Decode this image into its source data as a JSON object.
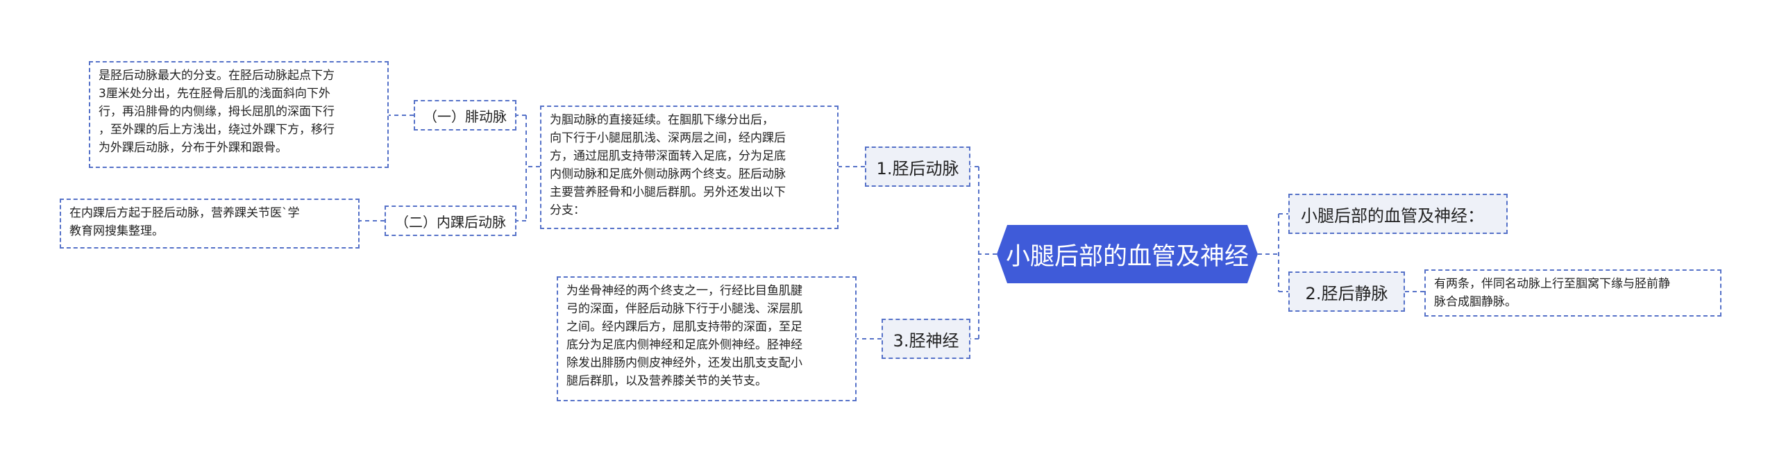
{
  "root": {
    "label": "小腿后部的血管及神经"
  },
  "right": {
    "topic1": {
      "label": "小腿后部的血管及神经："
    },
    "topic2": {
      "label": "2.胫后静脉",
      "note": "有两条，伴同名动脉上行至腘窝下缘与胫前静\n脉合成腘静脉。"
    }
  },
  "left": {
    "artery": {
      "label": "1.胫后动脉",
      "note": " 为腘动脉的直接延续。在腘肌下缘分出后，\n向下行于小腿屈肌浅、深两层之间，经内踝后\n方，通过屈肌支持带深面转入足底，分为足底\n内侧动脉和足底外侧动脉两个终支。胚后动脉\n主要营养胫骨和小腿后群肌。另外还发出以下\n分支：",
      "branches": [
        {
          "label": "（一）腓动脉",
          "note": "是胫后动脉最大的分支。在胫后动脉起点下方\n3厘米处分出，先在胫骨后肌的浅面斜向下外\n行，再沿腓骨的内侧缘，拇长屈肌的深面下行\n，至外踝的后上方浅出，绕过外踝下方，移行\n为外踝后动脉，分布于外踝和跟骨。"
        },
        {
          "label": "（二）内踝后动脉",
          "note": "在内踝后方起于胫后动脉，营养踝关节医`学\n教育网搜集整理。"
        }
      ]
    },
    "nerve": {
      "label": "3.胫神经",
      "note": "为坐骨神经的两个终支之一，行经比目鱼肌腱\n弓的深面，伴胫后动脉下行于小腿浅、深层肌\n之间。经内踝后方，屈肌支持带的深面，至足\n底分为足底内侧神经和足底外侧神经。胫神经\n除发出腓肠内侧皮神经外，还发出肌支支配小\n腿后群肌，以及营养膝关节的关节支。"
    }
  },
  "colors": {
    "root_fill": "#3f5bd9",
    "line": "#5571c8",
    "topic_fill": "#eef1f8"
  }
}
